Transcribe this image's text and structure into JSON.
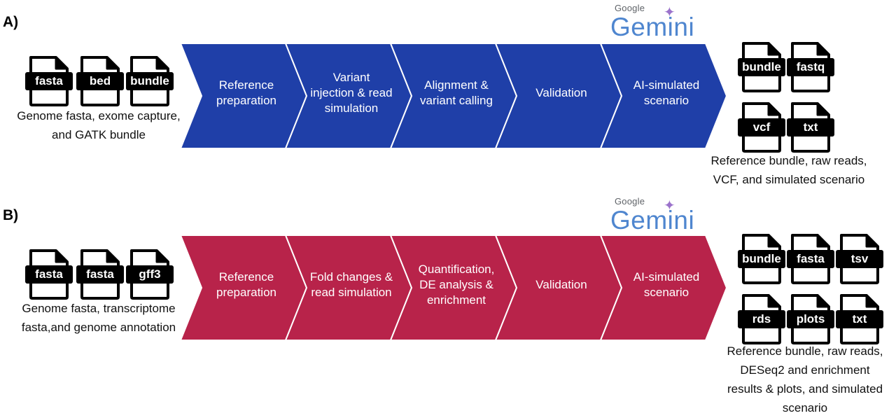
{
  "colors": {
    "panel_a": "#1f3fa8",
    "panel_b": "#b8234a"
  },
  "panels": [
    {
      "label": "A)",
      "logo": {
        "google": "Google",
        "name": "Gemini",
        "icon": "sparkle-icon"
      },
      "inputs": [
        "fasta",
        "bed",
        "bundle"
      ],
      "input_caption": "Genome fasta, exome capture,\nand GATK bundle",
      "steps": [
        "Reference\npreparation",
        "Variant\ninjection & read\nsimulation",
        "Alignment &\nvariant calling",
        "Validation",
        "AI-simulated\nscenario"
      ],
      "outputs_row1": [
        "bundle",
        "fastq"
      ],
      "outputs_row2": [
        "vcf",
        "txt"
      ],
      "output_caption": "Reference bundle, raw reads,\nVCF, and simulated scenario"
    },
    {
      "label": "B)",
      "logo": {
        "google": "Google",
        "name": "Gemini",
        "icon": "sparkle-icon"
      },
      "inputs": [
        "fasta",
        "fasta",
        "gff3"
      ],
      "input_caption": "Genome fasta, transcriptome\nfasta,and genome annotation",
      "steps": [
        "Reference\npreparation",
        "Fold changes &\nread simulation",
        "Quantification,\nDE analysis &\nenrichment",
        "Validation",
        "AI-simulated\nscenario"
      ],
      "outputs_row1": [
        "bundle",
        "fasta",
        "tsv"
      ],
      "outputs_row2": [
        "rds",
        "plots",
        "txt"
      ],
      "output_caption": "Reference bundle, raw reads,\nDESeq2 and enrichment\nresults & plots, and simulated\nscenario"
    }
  ]
}
